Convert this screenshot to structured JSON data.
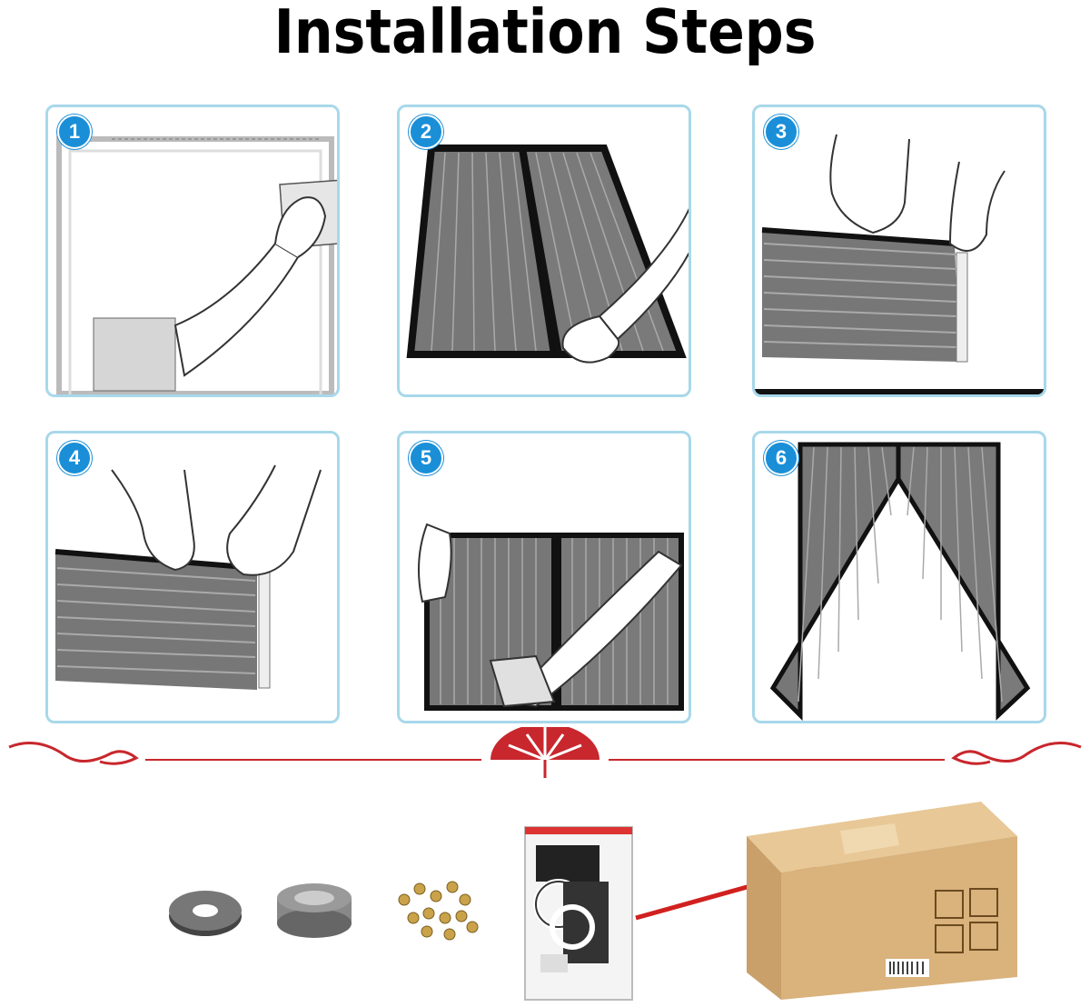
{
  "title": "Installation Steps",
  "steps": [
    {
      "number": "1",
      "icon": "clean-frame-icon"
    },
    {
      "number": "2",
      "icon": "lay-out-screen-icon"
    },
    {
      "number": "3",
      "icon": "attach-top-icon"
    },
    {
      "number": "4",
      "icon": "press-velcro-icon"
    },
    {
      "number": "5",
      "icon": "attach-sides-icon"
    },
    {
      "number": "6",
      "icon": "finished-curtain-icon"
    }
  ],
  "colors": {
    "panel_border": "#a8d8ea",
    "badge": "#1a8fd8",
    "ornament": "#c8272d",
    "box": "#d9b27c",
    "arrow": "#d0211f"
  }
}
